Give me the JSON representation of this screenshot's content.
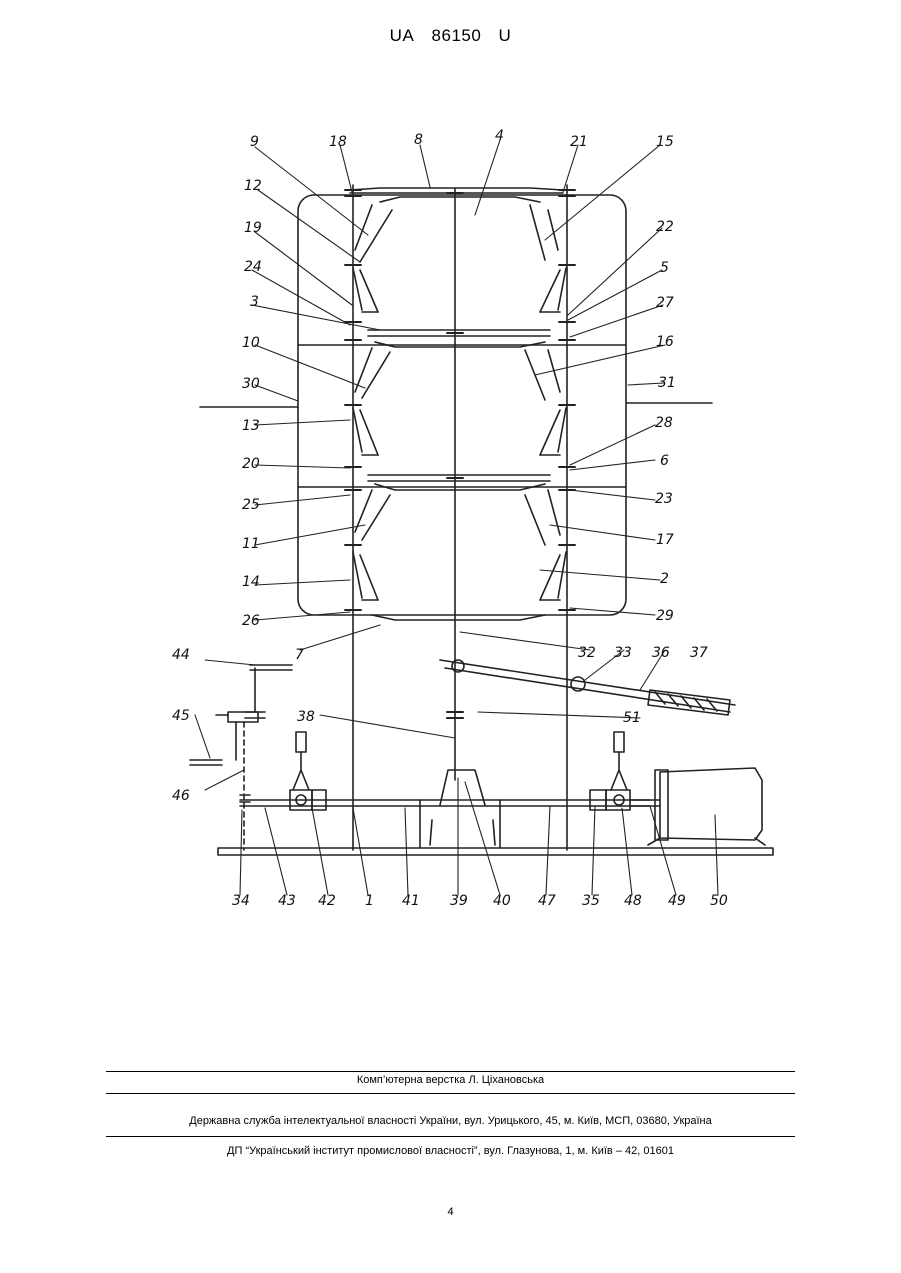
{
  "header": {
    "country": "UA",
    "number": "86150",
    "kind": "U"
  },
  "drawing": {
    "labels": [
      "9",
      "18",
      "8",
      "4",
      "21",
      "15",
      "12",
      "22",
      "19",
      "5",
      "24",
      "27",
      "3",
      "16",
      "10",
      "30",
      "31",
      "13",
      "28",
      "20",
      "6",
      "25",
      "23",
      "11",
      "17",
      "14",
      "2",
      "26",
      "29",
      "7",
      "32",
      "33",
      "36",
      "37",
      "44",
      "51",
      "38",
      "45",
      "46",
      "34",
      "43",
      "42",
      "1",
      "41",
      "39",
      "40",
      "47",
      "35",
      "48",
      "49",
      "50"
    ]
  },
  "footer": {
    "typesetting": "Комп’ютерна верстка Л. Ціхановська",
    "office": "Державна служба інтелектуальної власності України, вул. Урицького, 45, м. Київ, МСП, 03680, Україна",
    "institute": "ДП “Український інститут промислової власності”, вул. Глазунова, 1, м. Київ – 42, 01601"
  },
  "page_number": "4"
}
